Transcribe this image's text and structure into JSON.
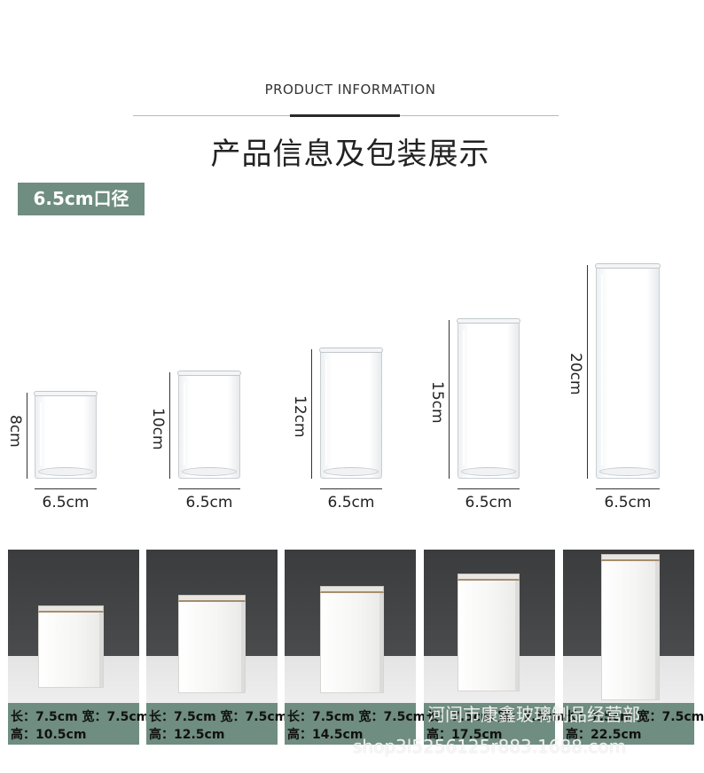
{
  "header": {
    "title_en": "PRODUCT INFORMATION",
    "title_cn": "产品信息及包装展示"
  },
  "diameter_badge": "6.5cm口径",
  "glasses": [
    {
      "height_label": "8cm",
      "width_label": "6.5cm",
      "height_cm": 8
    },
    {
      "height_label": "10cm",
      "width_label": "6.5cm",
      "height_cm": 10
    },
    {
      "height_label": "12cm",
      "width_label": "6.5cm",
      "height_cm": 12
    },
    {
      "height_label": "15cm",
      "width_label": "6.5cm",
      "height_cm": 15
    },
    {
      "height_label": "20cm",
      "width_label": "6.5cm",
      "height_cm": 20
    }
  ],
  "boxes": [
    {
      "line1": "长：7.5cm 宽：7.5cm",
      "line2": "高：10.5cm",
      "height_cm": 10.5
    },
    {
      "line1": "长：7.5cm 宽：7.5cm",
      "line2": "高：12.5cm",
      "height_cm": 12.5
    },
    {
      "line1": "长：7.5cm 宽：7.5cm",
      "line2": "高：14.5cm",
      "height_cm": 14.5
    },
    {
      "line1": "长：7.5cm 宽：7.5cm",
      "line2": "高：17.5cm",
      "height_cm": 17.5
    },
    {
      "line1": "长：7.5cm 宽：7.5cm",
      "line2": "高：22.5cm",
      "height_cm": 22.5
    }
  ],
  "watermark": {
    "line1": "河间市康鑫玻璃制品经营部",
    "line2": "shop3l5256125r883.1688.com"
  },
  "colors": {
    "accent": "#6f8d80"
  }
}
